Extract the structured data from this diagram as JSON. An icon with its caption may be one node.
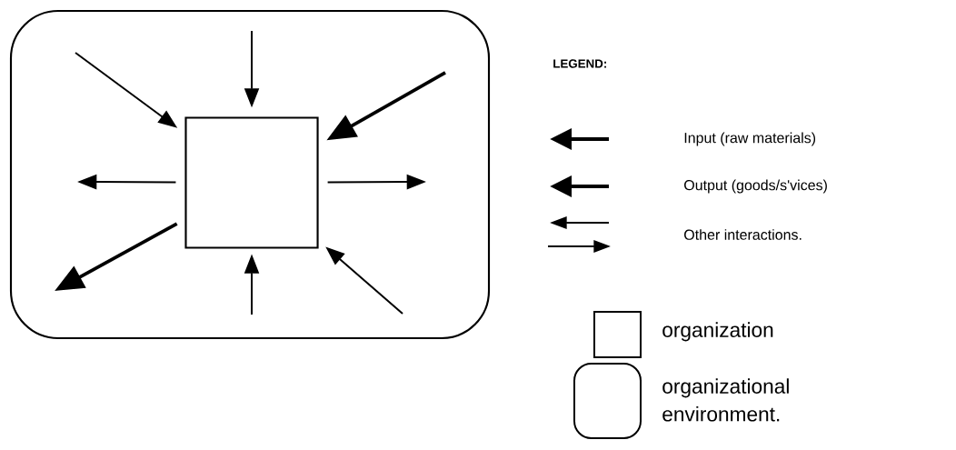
{
  "diagram": {
    "nodes": [
      {
        "text": [],
        "shape": "box"
      },
      {
        "text": [],
        "shape": "box",
        "in": 0
      }
    ],
    "edges": [
      {
        "from": null,
        "to": 1,
        "arrow": "to"
      },
      {
        "from": null,
        "to": 1,
        "arrow": "to"
      },
      {
        "from": null,
        "to": 1,
        "arrow": "to",
        "style": "thick"
      },
      {
        "from": 1,
        "to": null,
        "arrow": "to"
      },
      {
        "from": 1,
        "to": null,
        "arrow": "to"
      },
      {
        "from": 1,
        "to": null,
        "arrow": "to",
        "style": "thick"
      },
      {
        "from": null,
        "to": 1,
        "arrow": "to"
      },
      {
        "from": null,
        "to": 1,
        "arrow": "to"
      }
    ],
    "labels": [
      "LEGEND:"
    ],
    "legend": [
      {
        "text": "Input (raw materials)"
      },
      {
        "text": "Output (goods/s'vices)"
      },
      {
        "text": "Other interactions."
      },
      {
        "text": "organization"
      },
      {
        "text": "organizational environment."
      }
    ]
  }
}
